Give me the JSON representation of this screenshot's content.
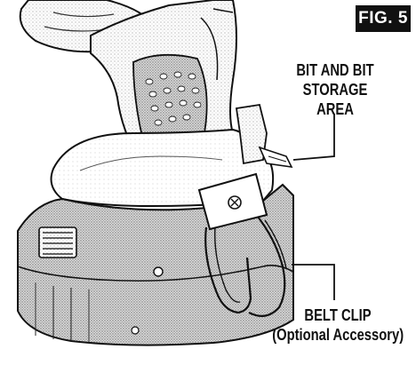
{
  "figure": {
    "badge": "FIG. 5"
  },
  "callouts": {
    "bit_storage": {
      "line1": "BIT AND BIT",
      "line2": "STORAGE",
      "line3": "AREA"
    },
    "belt_clip": {
      "line1": "BELT CLIP",
      "line2": "(Optional Accessory)"
    }
  },
  "colors": {
    "ink": "#111111",
    "background": "#ffffff",
    "badge_fill": "#111111",
    "badge_text": "#ffffff"
  }
}
